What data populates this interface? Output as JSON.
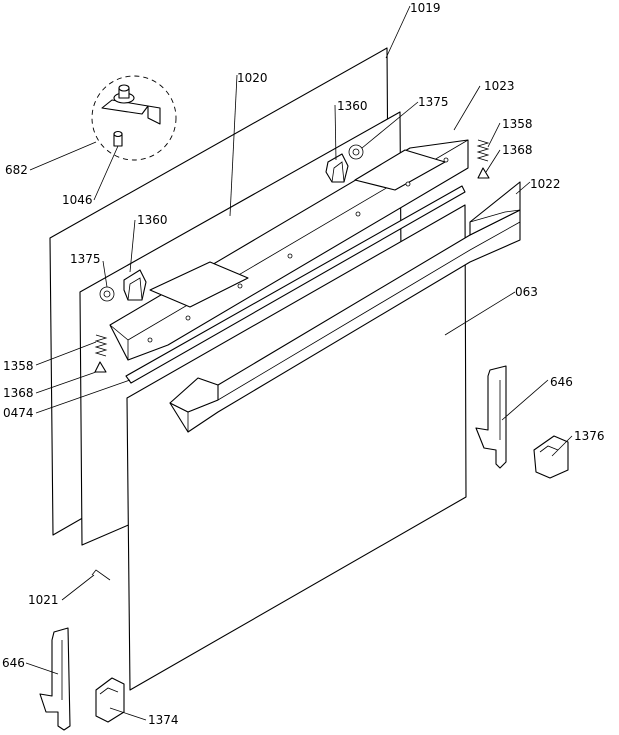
{
  "labels": {
    "p1019": "1019",
    "p1020": "1020",
    "p1023": "1023",
    "p1358_top": "1358",
    "p1368_top": "1368",
    "p1022": "1022",
    "p1360_top": "1360",
    "p1375_top": "1375",
    "p682": "682",
    "p1046": "1046",
    "p1360_left": "1360",
    "p1375_left": "1375",
    "p063": "063",
    "p1358_left": "1358",
    "p1368_left": "1368",
    "p0474": "0474",
    "p646_right": "646",
    "p1376": "1376",
    "p1021": "1021",
    "p646_left": "646",
    "p1374": "1374"
  }
}
